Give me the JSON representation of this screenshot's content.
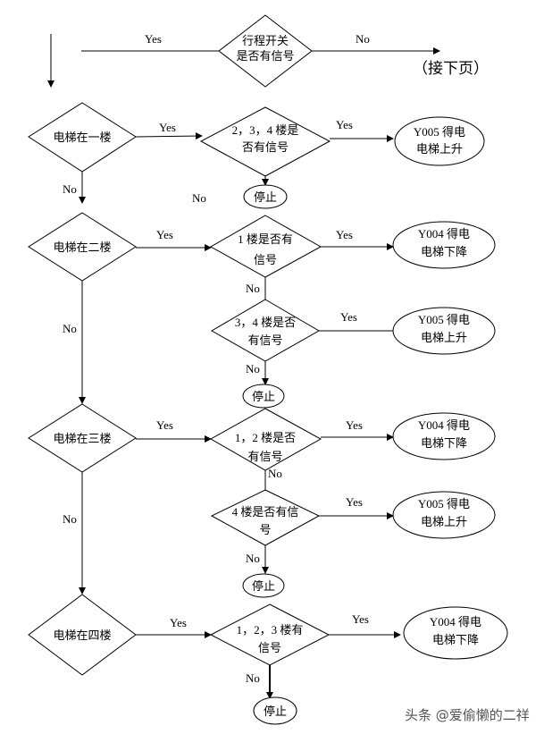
{
  "top": {
    "decision": [
      "行程开关",
      "是否有信号"
    ],
    "yes": "Yes",
    "no": "No",
    "continue": "（接下页）"
  },
  "floor1": {
    "decision": "电梯在一楼",
    "yes": "Yes",
    "no": "No",
    "check": [
      "2，3，4 楼是",
      "否有信号"
    ],
    "check_yes": "Yes",
    "check_no": "No",
    "action": [
      "Y005 得电",
      "电梯上升"
    ],
    "stop": "停止"
  },
  "floor2": {
    "decision": "电梯在二楼",
    "yes": "Yes",
    "no": "No",
    "check1": [
      "1 楼是否有",
      "信号"
    ],
    "check1_yes": "Yes",
    "check1_no": "No",
    "action1": [
      "Y004 得电",
      "电梯下降"
    ],
    "check2": [
      "3，4 楼是否",
      "有信号"
    ],
    "check2_yes": "Yes",
    "check2_no": "No",
    "action2": [
      "Y005 得电",
      "电梯上升"
    ],
    "stop": "停止"
  },
  "floor3": {
    "decision": "电梯在三楼",
    "yes": "Yes",
    "no": "No",
    "check1": [
      "1，2 楼是否",
      "有信号"
    ],
    "check1_yes": "Yes",
    "check1_no": "No",
    "action1": [
      "Y004 得电",
      "电梯下降"
    ],
    "check2": [
      "4 楼是否有信",
      "号"
    ],
    "check2_yes": "Yes",
    "check2_no": "No",
    "action2": [
      "Y005 得电",
      "电梯上升"
    ],
    "stop": "停止"
  },
  "floor4": {
    "decision": "电梯在四楼",
    "yes": "Yes",
    "check": [
      "1，2，3 楼有",
      "信号"
    ],
    "check_yes": "Yes",
    "check_no": "No",
    "action": [
      "Y004 得电",
      "电梯下降"
    ],
    "stop": "停止"
  },
  "watermark": "头条 @爱偷懒的二祥"
}
